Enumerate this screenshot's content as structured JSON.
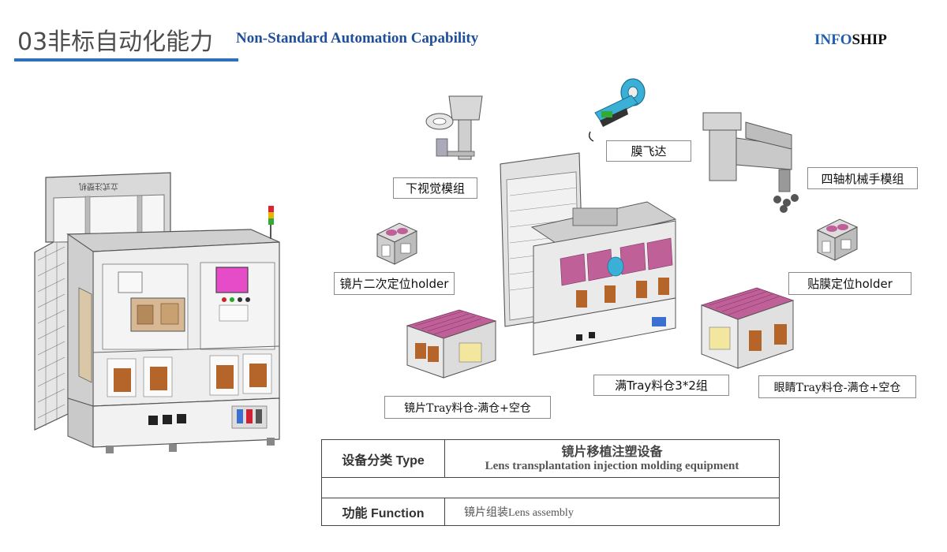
{
  "header": {
    "title_zh": "03非标自动化能力",
    "title_en": "Non-Standard Automation  Capability",
    "brand_part1": "INFO",
    "brand_part2": "SHIP"
  },
  "machine_label": "立式注塑机",
  "callouts": {
    "bottom_vision": "下视觉模组",
    "film_feeder": "膜飞达",
    "four_axis_robot": "四轴机械手模组",
    "lens_holder": "镜片二次定位holder",
    "film_holder": "贴膜定位holder",
    "full_tray": "满Tray料仓3*2组",
    "lens_tray": "镜片Tray料仓-满仓+空仓",
    "eye_tray": "眼睛Tray料仓-满仓+空仓"
  },
  "spec_table": {
    "type_label": "设备分类 Type",
    "type_value_zh": "镜片移植注塑设备",
    "type_value_en": "Lens transplantation injection molding equipment",
    "function_label": "功能 Function",
    "function_value": "镜片组装Lens assembly"
  },
  "colors": {
    "title_blue": "#1f4e9a",
    "rule_blue": "#2f6fc0",
    "frame_grey": "#dcdcdc",
    "panel_orange": "#b5652a",
    "tray_magenta": "#c06098",
    "screen_magenta": "#e64bc8"
  }
}
